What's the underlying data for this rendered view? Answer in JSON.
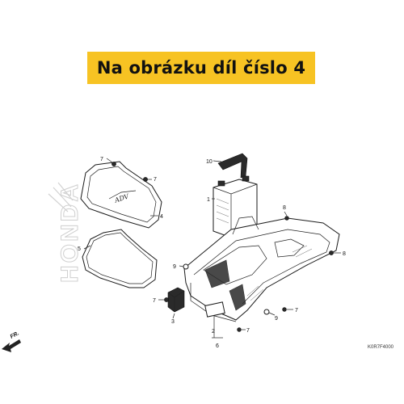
{
  "banner": {
    "text": "Na obrázku díl číslo 4",
    "background": "#f7c323"
  },
  "watermark": "HONDA",
  "direction_label": "FR.",
  "drawing_code": "K0R7F4000",
  "callouts": {
    "c1": "1",
    "c2": "2",
    "c3": "3",
    "c4": "4",
    "c5": "5",
    "c6": "6",
    "c7a": "7",
    "c7b": "7",
    "c7c": "7",
    "c7d": "7",
    "c7e": "7",
    "c8a": "8",
    "c8b": "8",
    "c9a": "9",
    "c9b": "9",
    "c10": "10"
  }
}
